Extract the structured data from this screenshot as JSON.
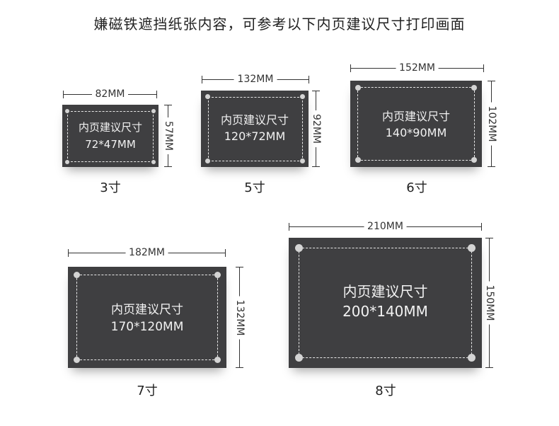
{
  "title": "嫌磁铁遮挡纸张内容，可参考以下内页建议尺寸打印画面",
  "inner_label": "内页建议尺寸",
  "frames": [
    {
      "size_label": "3寸",
      "width_label": "82MM",
      "height_label": "57MM",
      "inner_size": "72*47MM"
    },
    {
      "size_label": "5寸",
      "width_label": "132MM",
      "height_label": "92MM",
      "inner_size": "120*72MM"
    },
    {
      "size_label": "6寸",
      "width_label": "152MM",
      "height_label": "102MM",
      "inner_size": "140*90MM"
    },
    {
      "size_label": "7寸",
      "width_label": "182MM",
      "height_label": "132MM",
      "inner_size": "170*120MM"
    },
    {
      "size_label": "8寸",
      "width_label": "210MM",
      "height_label": "150MM",
      "inner_size": "200*140MM"
    }
  ],
  "colors": {
    "frame": "#3f3f41",
    "text": "#f2f2f2",
    "dots": "#d4d4d4"
  }
}
